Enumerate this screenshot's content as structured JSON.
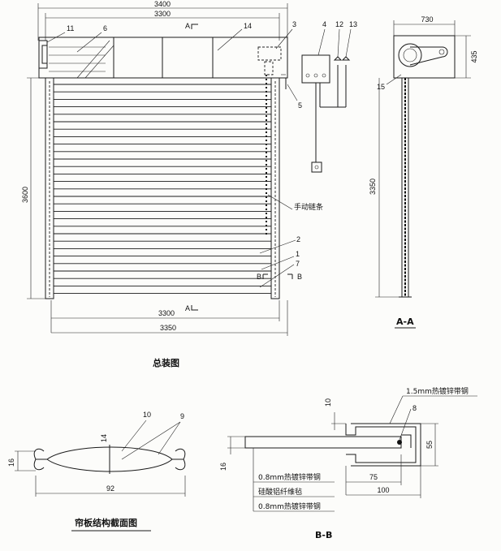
{
  "main": {
    "dims": {
      "top_outer": "3400",
      "top_inner": "3300",
      "left_height": "3600",
      "bottom_inner": "3300",
      "bottom_outer": "3350",
      "aa_width": "730",
      "aa_top": "435",
      "aa_height": "3350"
    },
    "parts": [
      "11",
      "6",
      "14",
      "3",
      "4",
      "12",
      "13",
      "5",
      "15",
      "2",
      "1",
      "7"
    ],
    "chain_label": "手动链条",
    "section_a": "A",
    "section_b": "B",
    "caption_main": "总装图",
    "caption_aa": "A-A"
  },
  "slat": {
    "parts": [
      "10",
      "9"
    ],
    "dim_height": "16",
    "dim_width": "92",
    "dim_mid": "14",
    "caption": "帘板结构截面图"
  },
  "bb": {
    "title_steel": "1.5mm热镀锌带钢",
    "part": "8",
    "dim_10": "10",
    "dim_55": "55",
    "dim_16": "16",
    "dim_75": "75",
    "dim_100": "100",
    "layers": [
      "0.8mm热镀锌带钢",
      "硅酸铝纤维毡",
      "0.8mm热镀锌带钢"
    ],
    "caption": "B-B"
  }
}
